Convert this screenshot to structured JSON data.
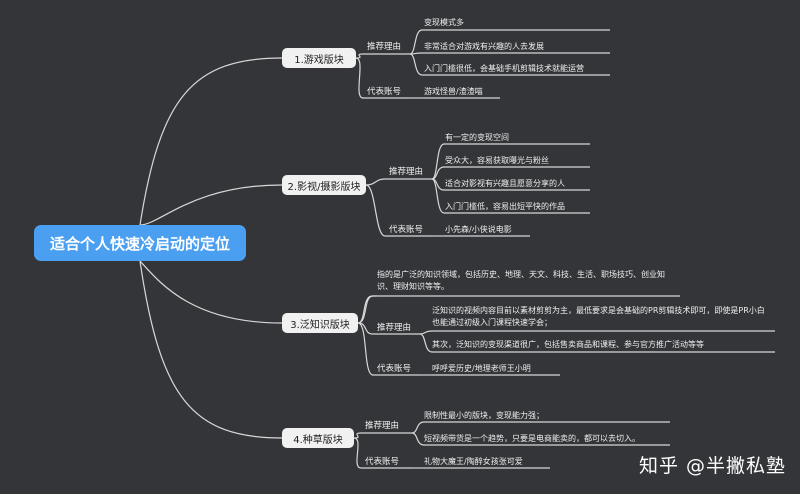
{
  "root": "适合个人快速冷启动的定位",
  "branches": [
    {
      "title": "1.游戏版块",
      "groups": [
        {
          "label": "推荐理由",
          "items": [
            "变现模式多",
            "非常适合对游戏有兴趣的人去发展",
            "入门门槛很低，会基础手机剪辑技术就能运营"
          ]
        },
        {
          "label": "代表账号",
          "items": [
            "游戏怪兽/渣渣喵"
          ]
        }
      ]
    },
    {
      "title": "2.影视/摄影版块",
      "groups": [
        {
          "label": "推荐理由",
          "items": [
            "有一定的变现空间",
            "受众大，容易获取曝光与粉丝",
            "适合对影视有兴趣且愿意分享的人",
            "入门门槛低，容易出短平快的作品"
          ]
        },
        {
          "label": "代表账号",
          "items": [
            "小先森/小侠说电影"
          ]
        }
      ]
    },
    {
      "title": "3.泛知识版块",
      "intro": "指的是广泛的知识领域，包括历史、地理、天文、科技、生活、职场技巧、创业知识、理财知识等等。",
      "groups": [
        {
          "label": "推荐理由",
          "items": [
            "泛知识的视频内容目前以素材剪剪为主，最低要求是会基础的PR剪辑技术即可，即使是PR小白也能通过初级入门课程快速学会；",
            "其次，泛知识的变现渠道很广，包括售卖商品和课程、参与官方推广活动等等"
          ]
        },
        {
          "label": "代表账号",
          "items": [
            "呼呼爱历史/地理老师王小明"
          ]
        }
      ]
    },
    {
      "title": "4.种草版块",
      "groups": [
        {
          "label": "推荐理由",
          "items": [
            "限制性最小的版块，变现能力强；",
            "短视频带货是一个趋势，只要是电商能卖的，都可以去切入。"
          ]
        },
        {
          "label": "代表账号",
          "items": [
            "礼物大魔王/陶醉女孩张可爱"
          ]
        }
      ]
    }
  ],
  "watermark": "知乎 @半撇私塾",
  "colors": {
    "background": "#333538",
    "root": "#4b9ff0",
    "line": "#d8d8d8",
    "branch_box": "#f1f1f1"
  }
}
